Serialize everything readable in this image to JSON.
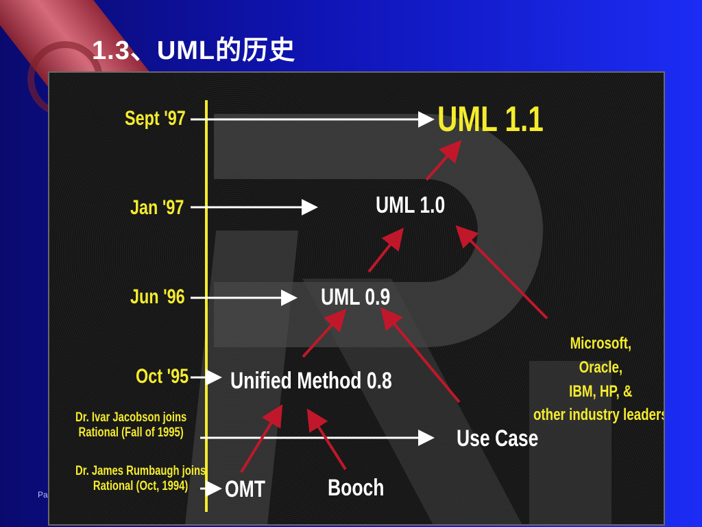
{
  "slide": {
    "title": "1.3、UML的历史",
    "footer": "Pa"
  },
  "timeline": {
    "dates": {
      "sept97": "Sept '97",
      "jan97": "Jan '97",
      "jun96": "Jun '96",
      "oct95": "Oct '95"
    },
    "notes": {
      "jacobson_line1": "Dr. Ivar Jacobson joins",
      "jacobson_line2": "Rational (Fall of 1995)",
      "rumbaugh_line1": "Dr. James Rumbaugh joins",
      "rumbaugh_line2": "Rational (Oct, 1994)"
    },
    "nodes": {
      "uml11": "UML 1.1",
      "uml10": "UML 1.0",
      "uml09": "UML 0.9",
      "unified08": "Unified Method 0.8",
      "use_case": "Use Case",
      "omt": "OMT",
      "booch": "Booch"
    },
    "industry": {
      "line1": "Microsoft,",
      "line2": "Oracle,",
      "line3": "IBM, HP, &",
      "line4": "other industry leaders"
    },
    "colors": {
      "timeline_axis": "#f5ec2e",
      "arrow_white": "#ffffff",
      "arrow_red": "#c0182a",
      "slide_bg": "#1c2cf4"
    }
  }
}
